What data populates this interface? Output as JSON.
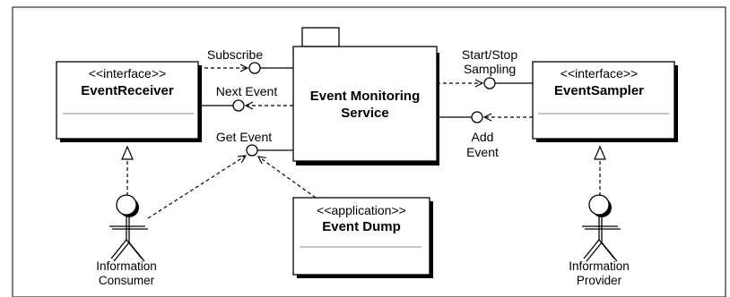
{
  "service": {
    "label_line1": "Event Monitoring",
    "label_line2": "Service"
  },
  "event_receiver": {
    "stereotype": "<<interface>>",
    "name": "EventReceiver"
  },
  "event_sampler": {
    "stereotype": "<<interface>>",
    "name": "EventSampler"
  },
  "event_dump": {
    "stereotype": "<<application>>",
    "name": "Event Dump"
  },
  "interfaces": {
    "subscribe": "Subscribe",
    "next_event": "Next Event",
    "get_event": "Get Event",
    "start_stop_line1": "Start/Stop",
    "start_stop_line2": "Sampling",
    "add_event_line1": "Add",
    "add_event_line2": "Event"
  },
  "actors": {
    "consumer": {
      "line1": "Information",
      "line2": "Consumer"
    },
    "provider": {
      "line1": "Information",
      "line2": "Provider"
    }
  },
  "colors": {
    "stroke": "#000000",
    "background": "#ffffff",
    "attribute_line": "#8c8c8c"
  }
}
